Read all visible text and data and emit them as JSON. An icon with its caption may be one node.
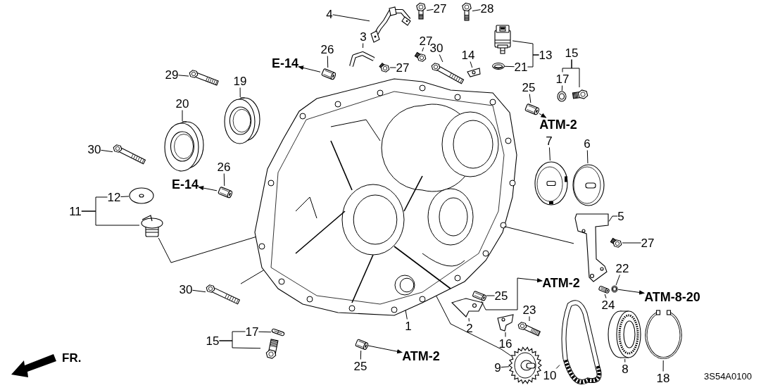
{
  "diagram": {
    "nodes": [
      {
        "text": [
          "4"
        ]
      },
      {
        "text": [
          "3"
        ]
      },
      {
        "text": [
          "27"
        ]
      },
      {
        "text": [
          "28"
        ]
      },
      {
        "text": [
          "27"
        ]
      },
      {
        "text": [
          "26"
        ]
      },
      {
        "text": [
          "30"
        ]
      },
      {
        "text": [
          "14"
        ]
      },
      {
        "text": [
          "27"
        ]
      },
      {
        "text": [
          "13"
        ]
      },
      {
        "text": [
          "21"
        ]
      },
      {
        "text": [
          "15"
        ]
      },
      {
        "text": [
          "17"
        ]
      },
      {
        "text": [
          "29"
        ]
      },
      {
        "text": [
          "19"
        ]
      },
      {
        "text": [
          "20"
        ]
      },
      {
        "text": [
          "25"
        ]
      },
      {
        "text": [
          "30"
        ]
      },
      {
        "text": [
          "26"
        ]
      },
      {
        "text": [
          "7"
        ]
      },
      {
        "text": [
          "6"
        ]
      },
      {
        "text": [
          "12"
        ]
      },
      {
        "text": [
          "11"
        ]
      },
      {
        "text": [
          "5"
        ]
      },
      {
        "text": [
          "27"
        ]
      },
      {
        "text": [
          "22"
        ]
      },
      {
        "text": [
          "30"
        ]
      },
      {
        "text": [
          "25"
        ]
      },
      {
        "text": [
          "23"
        ]
      },
      {
        "text": [
          "24"
        ]
      },
      {
        "text": [
          "2"
        ]
      },
      {
        "text": [
          "1"
        ]
      },
      {
        "text": [
          "16"
        ]
      },
      {
        "text": [
          "17"
        ]
      },
      {
        "text": [
          "15"
        ]
      },
      {
        "text": [
          "25"
        ]
      },
      {
        "text": [
          "9"
        ]
      },
      {
        "text": [
          "10"
        ]
      },
      {
        "text": [
          "8"
        ]
      },
      {
        "text": [
          "18"
        ]
      },
      {
        "text": [
          "E-14"
        ]
      },
      {
        "text": [
          "E-14"
        ]
      },
      {
        "text": [
          "ATM-2"
        ]
      },
      {
        "text": [
          "ATM-2"
        ]
      },
      {
        "text": [
          "ATM-8-20"
        ]
      },
      {
        "text": [
          "ATM-2"
        ]
      },
      {
        "text": [],
        "shape": "picture"
      },
      {
        "text": [],
        "shape": "picture"
      },
      {
        "text": [],
        "shape": "picture"
      },
      {
        "text": [],
        "shape": "picture"
      },
      {
        "text": [],
        "shape": "picture"
      },
      {
        "text": [],
        "shape": "picture"
      },
      {
        "text": [],
        "shape": "picture"
      },
      {
        "text": [],
        "shape": "picture"
      },
      {
        "text": [],
        "shape": "picture"
      },
      {
        "text": [],
        "shape": "picture"
      },
      {
        "text": [],
        "shape": "picture"
      },
      {
        "text": [],
        "shape": "picture"
      },
      {
        "text": [],
        "shape": "picture"
      },
      {
        "text": [],
        "shape": "picture"
      },
      {
        "text": [],
        "shape": "picture"
      },
      {
        "text": [],
        "shape": "picture"
      },
      {
        "text": [],
        "shape": "picture"
      },
      {
        "text": [],
        "shape": "picture"
      },
      {
        "text": [],
        "shape": "picture"
      },
      {
        "text": [],
        "shape": "picture"
      },
      {
        "text": [],
        "shape": "picture"
      },
      {
        "text": [],
        "shape": "picture"
      },
      {
        "text": [],
        "shape": "picture"
      },
      {
        "text": [],
        "shape": "picture"
      },
      {
        "text": [],
        "shape": "picture"
      },
      {
        "text": [],
        "shape": "picture"
      },
      {
        "text": [],
        "shape": "picture"
      },
      {
        "text": [],
        "shape": "picture"
      },
      {
        "text": [],
        "shape": "picture"
      },
      {
        "text": [],
        "shape": "picture"
      },
      {
        "text": [],
        "shape": "picture"
      },
      {
        "text": [],
        "shape": "picture"
      },
      {
        "text": [],
        "shape": "picture"
      },
      {
        "text": [],
        "shape": "picture"
      },
      {
        "text": [],
        "shape": "picture"
      },
      {
        "text": [],
        "shape": "picture"
      },
      {
        "text": [],
        "shape": "picture"
      },
      {
        "text": [],
        "shape": "picture"
      },
      {
        "text": [],
        "shape": "picture"
      },
      {
        "text": [],
        "shape": "picture"
      }
    ],
    "edges": [
      {
        "from": 0,
        "to": 46,
        "arrow": "none"
      },
      {
        "from": 1,
        "to": 47,
        "arrow": "none"
      },
      {
        "from": 2,
        "to": 48,
        "arrow": "none"
      },
      {
        "from": 3,
        "to": 49,
        "arrow": "none"
      },
      {
        "from": 4,
        "to": 52,
        "arrow": "none"
      },
      {
        "from": 5,
        "to": 53,
        "arrow": "none"
      },
      {
        "from": 6,
        "to": 54,
        "arrow": "none"
      },
      {
        "from": 7,
        "to": 55,
        "arrow": "none"
      },
      {
        "from": 8,
        "to": 56,
        "arrow": "none"
      },
      {
        "from": 9,
        "to": 50,
        "arrow": "none"
      },
      {
        "from": 9,
        "to": 10,
        "arrow": "none"
      },
      {
        "from": 10,
        "to": 51,
        "arrow": "none"
      },
      {
        "from": 11,
        "to": 12,
        "arrow": "none"
      },
      {
        "from": 11,
        "to": 58,
        "arrow": "none"
      },
      {
        "from": 12,
        "to": 57,
        "arrow": "none"
      },
      {
        "from": 13,
        "to": 59,
        "arrow": "none"
      },
      {
        "from": 14,
        "to": 60,
        "arrow": "none"
      },
      {
        "from": 15,
        "to": 61,
        "arrow": "none"
      },
      {
        "from": 16,
        "to": 62,
        "arrow": "none"
      },
      {
        "from": 17,
        "to": 63,
        "arrow": "none"
      },
      {
        "from": 18,
        "to": 64,
        "arrow": "none"
      },
      {
        "from": 19,
        "to": 66,
        "arrow": "none"
      },
      {
        "from": 20,
        "to": 67,
        "arrow": "none"
      },
      {
        "from": 21,
        "to": 68,
        "arrow": "none"
      },
      {
        "from": 22,
        "to": 21,
        "arrow": "none"
      },
      {
        "from": 22,
        "to": 69,
        "arrow": "none"
      },
      {
        "from": 23,
        "to": 70,
        "arrow": "none"
      },
      {
        "from": 24,
        "to": 71,
        "arrow": "none"
      },
      {
        "from": 25,
        "to": 73,
        "arrow": "none"
      },
      {
        "from": 26,
        "to": 74,
        "arrow": "none"
      },
      {
        "from": 27,
        "to": 75,
        "arrow": "none"
      },
      {
        "from": 28,
        "to": 78,
        "arrow": "none"
      },
      {
        "from": 29,
        "to": 72,
        "arrow": "none"
      },
      {
        "from": 30,
        "to": 76,
        "arrow": "none"
      },
      {
        "from": 31,
        "to": 65,
        "arrow": "none"
      },
      {
        "from": 32,
        "to": 77,
        "arrow": "none"
      },
      {
        "from": 33,
        "to": 79,
        "arrow": "none"
      },
      {
        "from": 34,
        "to": 33,
        "arrow": "none"
      },
      {
        "from": 34,
        "to": 80,
        "arrow": "none"
      },
      {
        "from": 35,
        "to": 81,
        "arrow": "none"
      },
      {
        "from": 36,
        "to": 82,
        "arrow": "none"
      },
      {
        "from": 37,
        "to": 83,
        "arrow": "none"
      },
      {
        "from": 38,
        "to": 84,
        "arrow": "none"
      },
      {
        "from": 39,
        "to": 85,
        "arrow": "none"
      },
      {
        "from": 53,
        "to": 40,
        "arrow": "to"
      },
      {
        "from": 64,
        "to": 41,
        "arrow": "to"
      },
      {
        "from": 62,
        "to": 42,
        "arrow": "to"
      },
      {
        "from": 75,
        "to": 43,
        "arrow": "to"
      },
      {
        "from": 73,
        "to": 44,
        "arrow": "to"
      },
      {
        "from": 81,
        "to": 45,
        "arrow": "to"
      },
      {
        "from": 69,
        "to": 65,
        "arrow": "none"
      },
      {
        "from": 74,
        "to": 65,
        "arrow": "none"
      },
      {
        "from": 70,
        "to": 65,
        "arrow": "none"
      },
      {
        "from": 82,
        "to": 65,
        "arrow": "none"
      }
    ],
    "labels": [
      "FR.",
      "3S54A0100"
    ]
  }
}
